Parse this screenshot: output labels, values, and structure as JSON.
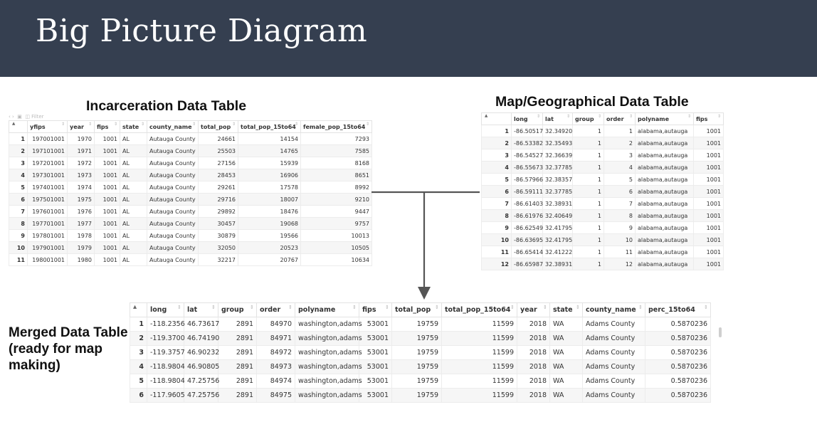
{
  "header": {
    "title": "Big Picture Diagram"
  },
  "incarceration": {
    "title": "Incarceration Data Table",
    "columns": [
      "",
      "yfips",
      "year",
      "fips",
      "state",
      "county_name",
      "total_pop",
      "total_pop_15to64",
      "female_pop_15to64"
    ],
    "rows": [
      [
        "1",
        "197001001",
        "1970",
        "1001",
        "AL",
        "Autauga County",
        "24661",
        "14154",
        "7293"
      ],
      [
        "2",
        "197101001",
        "1971",
        "1001",
        "AL",
        "Autauga County",
        "25503",
        "14765",
        "7585"
      ],
      [
        "3",
        "197201001",
        "1972",
        "1001",
        "AL",
        "Autauga County",
        "27156",
        "15939",
        "8168"
      ],
      [
        "4",
        "197301001",
        "1973",
        "1001",
        "AL",
        "Autauga County",
        "28453",
        "16906",
        "8651"
      ],
      [
        "5",
        "197401001",
        "1974",
        "1001",
        "AL",
        "Autauga County",
        "29261",
        "17578",
        "8992"
      ],
      [
        "6",
        "197501001",
        "1975",
        "1001",
        "AL",
        "Autauga County",
        "29716",
        "18007",
        "9210"
      ],
      [
        "7",
        "197601001",
        "1976",
        "1001",
        "AL",
        "Autauga County",
        "29892",
        "18476",
        "9447"
      ],
      [
        "8",
        "197701001",
        "1977",
        "1001",
        "AL",
        "Autauga County",
        "30457",
        "19068",
        "9757"
      ],
      [
        "9",
        "197801001",
        "1978",
        "1001",
        "AL",
        "Autauga County",
        "30879",
        "19566",
        "10013"
      ],
      [
        "10",
        "197901001",
        "1979",
        "1001",
        "AL",
        "Autauga County",
        "32050",
        "20523",
        "10505"
      ],
      [
        "11",
        "198001001",
        "1980",
        "1001",
        "AL",
        "Autauga County",
        "32217",
        "20767",
        "10634"
      ]
    ]
  },
  "map": {
    "title": "Map/Geographical Data Table",
    "columns": [
      "",
      "long",
      "lat",
      "group",
      "order",
      "polyname",
      "fips"
    ],
    "rows": [
      [
        "1",
        "-86.50517",
        "32.34920",
        "1",
        "1",
        "alabama,autauga",
        "1001"
      ],
      [
        "2",
        "-86.53382",
        "32.35493",
        "1",
        "2",
        "alabama,autauga",
        "1001"
      ],
      [
        "3",
        "-86.54527",
        "32.36639",
        "1",
        "3",
        "alabama,autauga",
        "1001"
      ],
      [
        "4",
        "-86.55673",
        "32.37785",
        "1",
        "4",
        "alabama,autauga",
        "1001"
      ],
      [
        "5",
        "-86.57966",
        "32.38357",
        "1",
        "5",
        "alabama,autauga",
        "1001"
      ],
      [
        "6",
        "-86.59111",
        "32.37785",
        "1",
        "6",
        "alabama,autauga",
        "1001"
      ],
      [
        "7",
        "-86.61403",
        "32.38931",
        "1",
        "7",
        "alabama,autauga",
        "1001"
      ],
      [
        "8",
        "-86.61976",
        "32.40649",
        "1",
        "8",
        "alabama,autauga",
        "1001"
      ],
      [
        "9",
        "-86.62549",
        "32.41795",
        "1",
        "9",
        "alabama,autauga",
        "1001"
      ],
      [
        "10",
        "-86.63695",
        "32.41795",
        "1",
        "10",
        "alabama,autauga",
        "1001"
      ],
      [
        "11",
        "-86.65414",
        "32.41222",
        "1",
        "11",
        "alabama,autauga",
        "1001"
      ],
      [
        "12",
        "-86.65987",
        "32.38931",
        "1",
        "12",
        "alabama,autauga",
        "1001"
      ]
    ]
  },
  "merged": {
    "label": "Merged Data Table (ready for map making)",
    "columns": [
      "",
      "long",
      "lat",
      "group",
      "order",
      "polyname",
      "fips",
      "total_pop",
      "total_pop_15to64",
      "year",
      "state",
      "county_name",
      "perc_15to64"
    ],
    "rows": [
      [
        "1",
        "-118.2356",
        "46.73617",
        "2891",
        "84970",
        "washington,adams",
        "53001",
        "19759",
        "11599",
        "2018",
        "WA",
        "Adams County",
        "0.5870236"
      ],
      [
        "2",
        "-119.3700",
        "46.74190",
        "2891",
        "84971",
        "washington,adams",
        "53001",
        "19759",
        "11599",
        "2018",
        "WA",
        "Adams County",
        "0.5870236"
      ],
      [
        "3",
        "-119.3757",
        "46.90232",
        "2891",
        "84972",
        "washington,adams",
        "53001",
        "19759",
        "11599",
        "2018",
        "WA",
        "Adams County",
        "0.5870236"
      ],
      [
        "4",
        "-118.9804",
        "46.90805",
        "2891",
        "84973",
        "washington,adams",
        "53001",
        "19759",
        "11599",
        "2018",
        "WA",
        "Adams County",
        "0.5870236"
      ],
      [
        "5",
        "-118.9804",
        "47.25756",
        "2891",
        "84974",
        "washington,adams",
        "53001",
        "19759",
        "11599",
        "2018",
        "WA",
        "Adams County",
        "0.5870236"
      ],
      [
        "6",
        "-117.9605",
        "47.25756",
        "2891",
        "84975",
        "washington,adams",
        "53001",
        "19759",
        "11599",
        "2018",
        "WA",
        "Adams County",
        "0.5870236"
      ]
    ]
  },
  "colors": {
    "header_bg": "#353f50",
    "connector": "#555555"
  }
}
